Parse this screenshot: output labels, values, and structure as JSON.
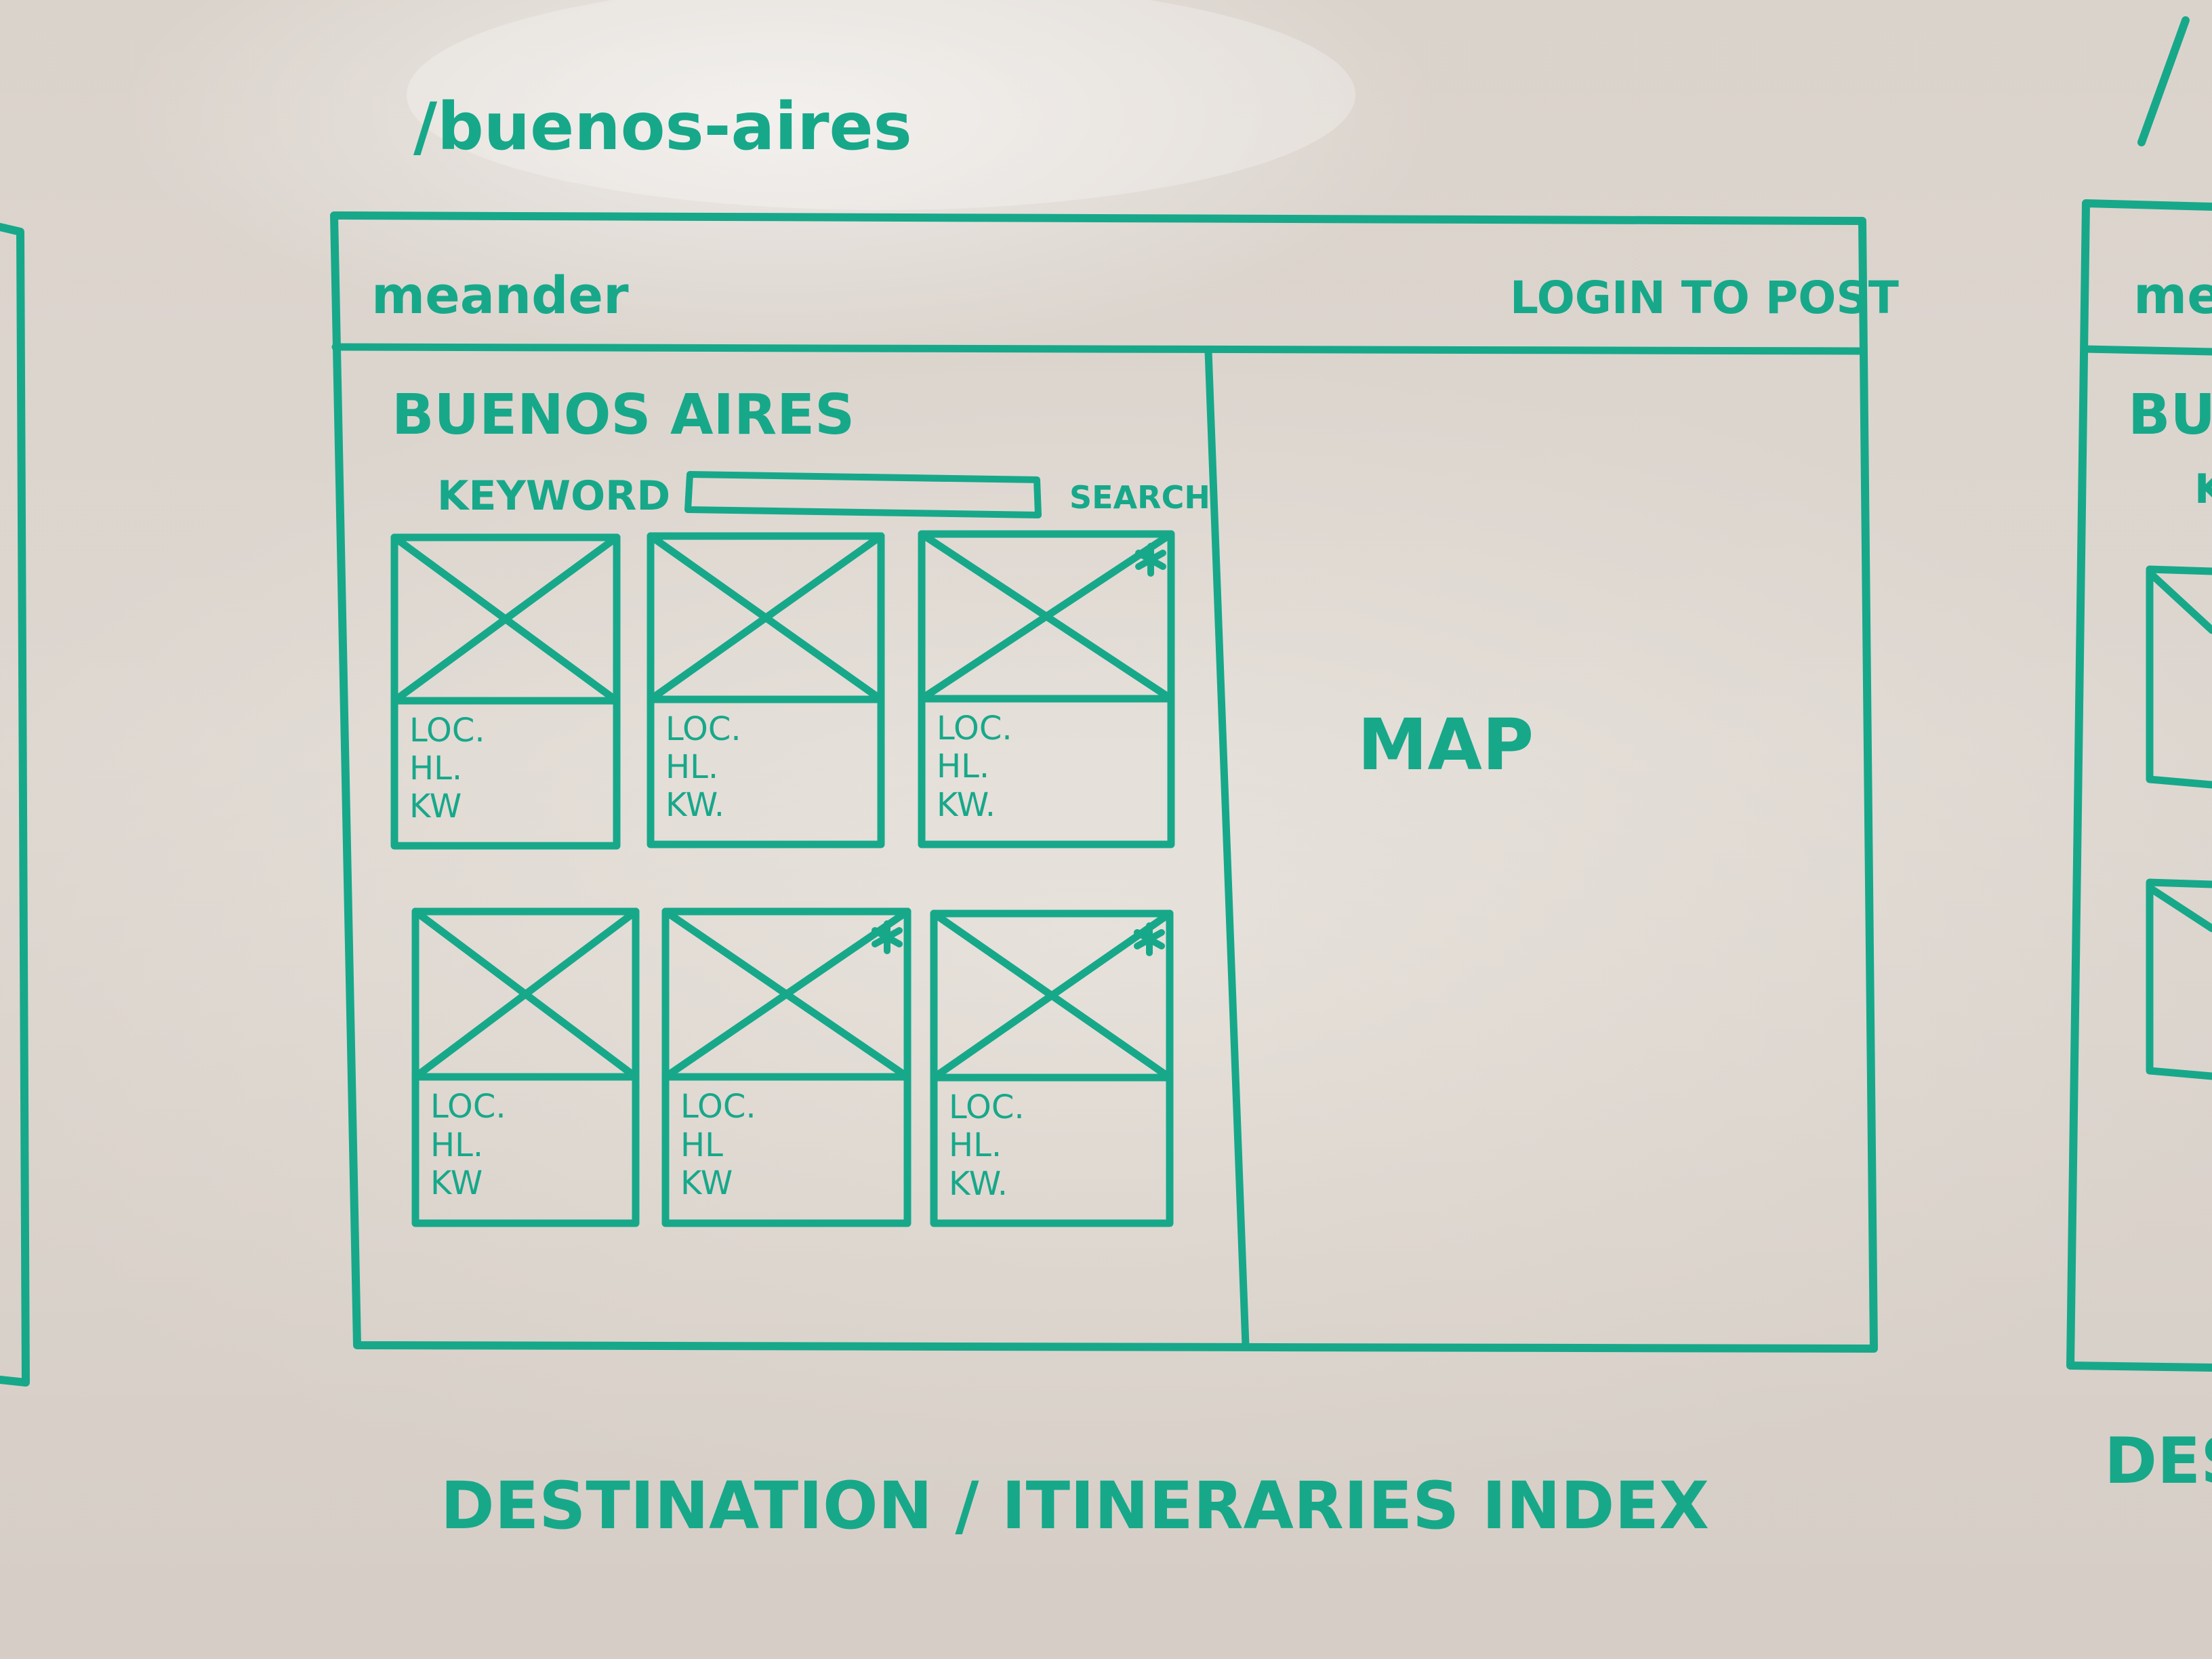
{
  "board": {
    "page_path": "/buenos-aires",
    "caption": "DESTINATION / ITINERARIES INDEX",
    "ink_color": "#17a88a"
  },
  "wireframe": {
    "header": {
      "logo": "meander",
      "login_link": "LOGIN TO POST"
    },
    "sidebar": {
      "title": "BUENOS AIRES",
      "keyword_label": "KEYWORD",
      "search_button": "SEARCH"
    },
    "map": {
      "label": "MAP"
    },
    "cards": [
      {
        "line1": "LOC.",
        "line2": "HL.",
        "line3": "KW",
        "starred": false
      },
      {
        "line1": "LOC.",
        "line2": "HL.",
        "line3": "KW.",
        "starred": false
      },
      {
        "line1": "LOC.",
        "line2": "HL.",
        "line3": "KW.",
        "starred": true
      },
      {
        "line1": "LOC.",
        "line2": "HL.",
        "line3": "KW",
        "starred": false
      },
      {
        "line1": "LOC.",
        "line2": "HL",
        "line3": "KW",
        "starred": true
      },
      {
        "line1": "LOC.",
        "line2": "HL.",
        "line3": "KW.",
        "starred": true
      }
    ]
  },
  "neighbor_right": {
    "logo_fragment": "me",
    "title_fragment": "BU",
    "keyword_fragment": "K",
    "caption_fragment": "DES"
  }
}
